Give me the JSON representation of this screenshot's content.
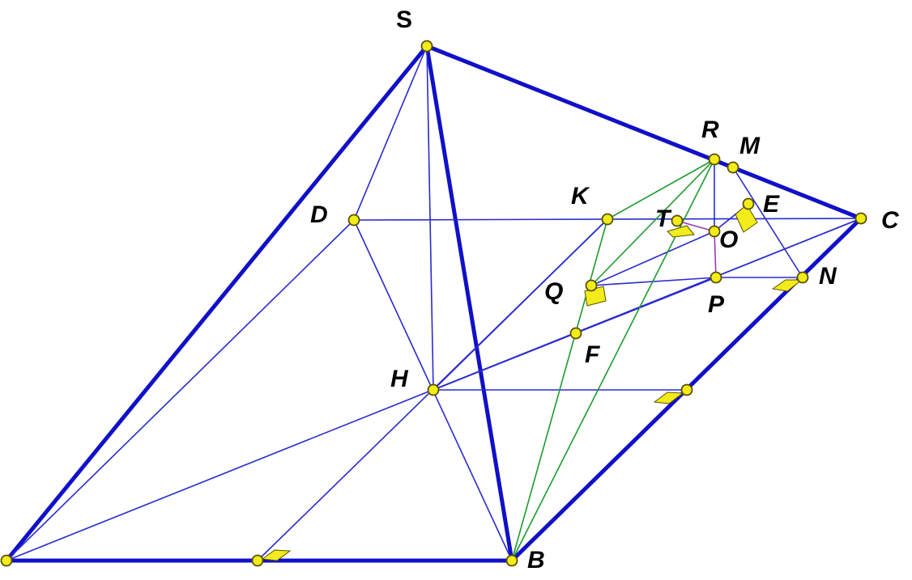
{
  "colors": {
    "edge": "#1010c8",
    "aux": "#2a2ad0",
    "green": "#1e9a2e",
    "purple": "#9a3ab0",
    "point_fill": "#f2ec1a",
    "point_stroke": "#5a5000",
    "marker_fill": "#f2ec1a"
  },
  "labels": {
    "S": "S",
    "R": "R",
    "M": "M",
    "E": "E",
    "C": "C",
    "D": "D",
    "K": "K",
    "T": "T",
    "O": "O",
    "Q": "Q",
    "P": "P",
    "N": "N",
    "F": "F",
    "H": "H",
    "B": "B"
  }
}
